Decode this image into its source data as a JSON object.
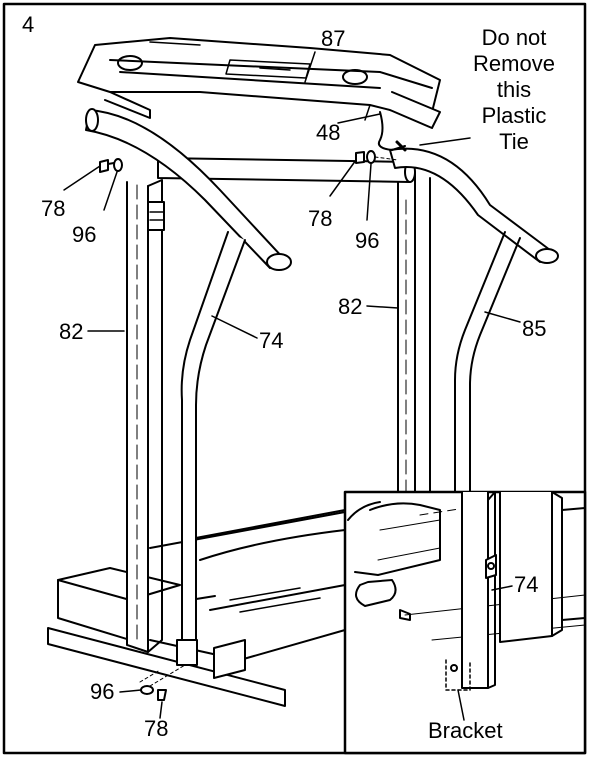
{
  "step_number": "4",
  "callouts": {
    "console": "87",
    "wire": "48",
    "bolt_top_left": "78",
    "washer_top_left": "96",
    "bolt_top_right": "78",
    "washer_top_right": "96",
    "upright_left": "82",
    "upright_right": "82",
    "handrail_left": "74",
    "handrail_right": "85",
    "washer_bottom": "96",
    "bolt_bottom": "78",
    "inset_handrail": "74",
    "inset_bracket": "Bracket"
  },
  "note_lines": [
    "Do not",
    "Remove",
    "this",
    "Plastic",
    "Tie"
  ]
}
